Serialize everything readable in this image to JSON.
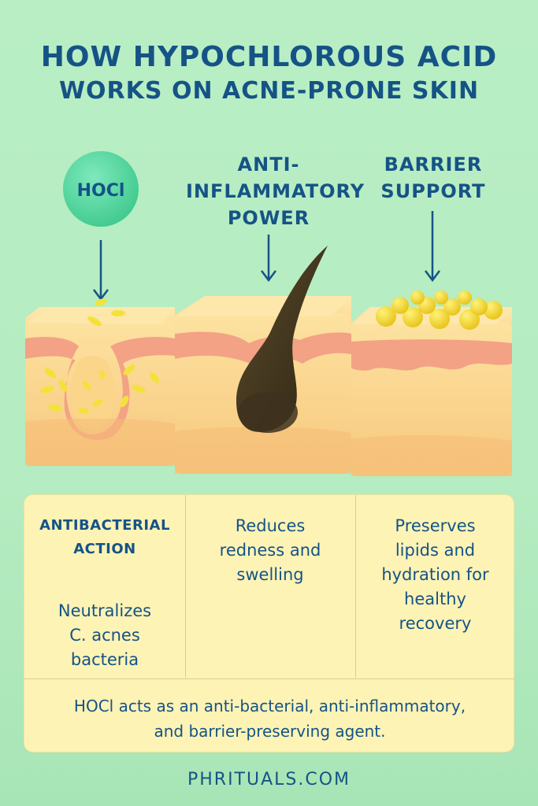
{
  "title": {
    "line1": "HOW HYPOCHLOROUS ACID",
    "line2": "WORKS ON ACNE-PRONE SKIN"
  },
  "diagram": {
    "hocl_badge": "HOCl",
    "columns": [
      {
        "label_lines": []
      },
      {
        "label_lines": [
          "ANTI-",
          "INFLAMMATORY",
          "POWER"
        ]
      },
      {
        "label_lines": [
          "BARRIER",
          "SUPPORT"
        ]
      }
    ]
  },
  "panel": {
    "col1": {
      "heading_lines": [
        "ANTIBACTERIAL",
        "ACTION"
      ],
      "body_lines": [
        "Neutralizes",
        "C. acnes",
        "bacteria"
      ]
    },
    "col2": {
      "body_lines": [
        "Reduces",
        "redness and",
        "swelling"
      ]
    },
    "col3": {
      "body_lines": [
        "Preserves",
        "lipids and",
        "hydration for",
        "healthy",
        "recovery"
      ]
    },
    "summary_lines": [
      "HOCl acts as an anti-bacterial, anti-inflammatory,",
      "and barrier-preserving agent."
    ]
  },
  "footer": "PHRITUALS.COM",
  "colors": {
    "background": "#b9eec4",
    "title": "#155386",
    "skin": "#fbd58a",
    "pink_layer": "#f3a286",
    "hocl_badge": "#4fd59c",
    "bacteria": "#f2e23a",
    "panel": "#fdf3b5"
  }
}
